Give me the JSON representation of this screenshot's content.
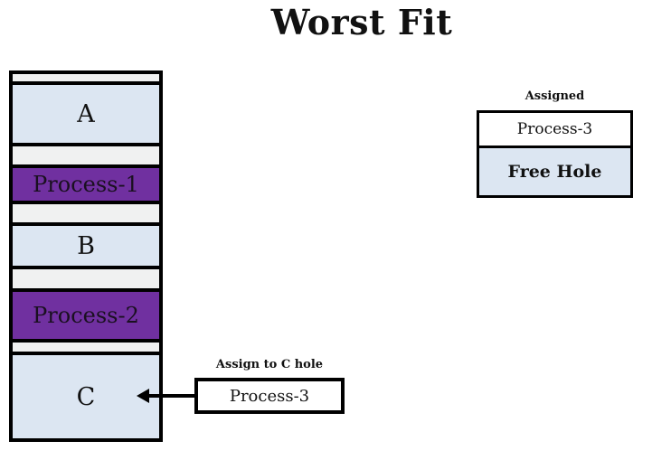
{
  "title": "Worst Fit",
  "memory": {
    "blocks": [
      {
        "label": "",
        "type": "hole-strip"
      },
      {
        "label": "A",
        "type": "free-hole"
      },
      {
        "label": "",
        "type": "hole-strip"
      },
      {
        "label": "Process-1",
        "type": "process"
      },
      {
        "label": "",
        "type": "hole-strip"
      },
      {
        "label": "B",
        "type": "free-hole"
      },
      {
        "label": "",
        "type": "hole-strip"
      },
      {
        "label": "Process-2",
        "type": "process"
      },
      {
        "label": "",
        "type": "hole-strip"
      },
      {
        "label": "C",
        "type": "free-hole"
      }
    ]
  },
  "legend": {
    "title": "Assigned",
    "items": [
      {
        "label": "Process-3",
        "type": "assigned"
      },
      {
        "label": "Free Hole",
        "type": "free-hole"
      }
    ]
  },
  "annotation": {
    "caption": "Assign to C hole",
    "box_label": "Process-3"
  },
  "colors": {
    "process_fill": "#7030a0",
    "free_hole_fill": "#dce6f2",
    "hole_strip_fill": "#f0f1f1",
    "border": "#000000",
    "background": "#ffffff"
  }
}
